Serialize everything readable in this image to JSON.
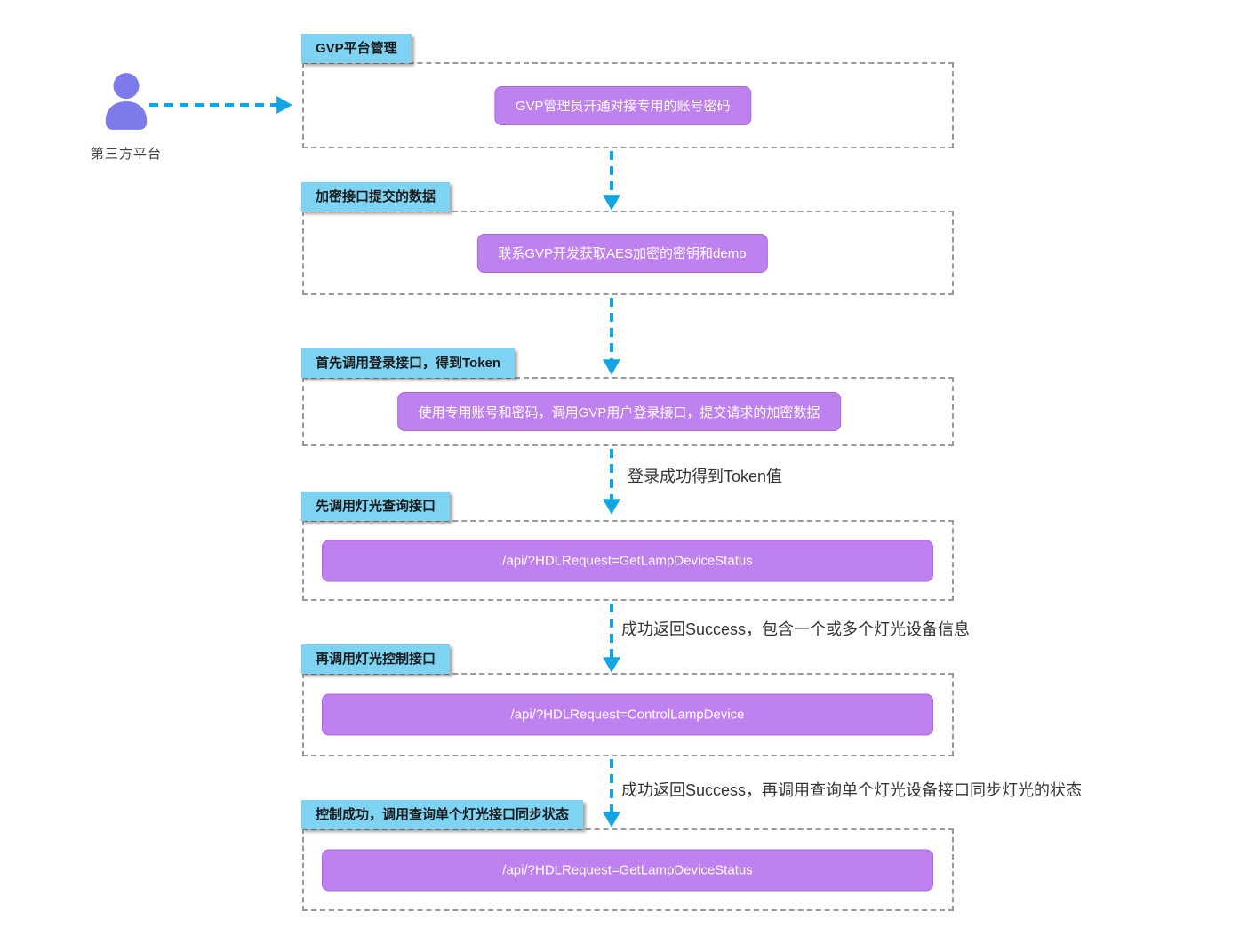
{
  "diagram_title": "GVP third-party platform lighting API integration flow",
  "colors": {
    "header_bg": "#7ED3F2",
    "node_bg": "#BF80F0",
    "arrow": "#12A5E6",
    "container_border": "#9A9A9A",
    "actor_icon": "#7D7AEC",
    "label_text": "#333333"
  },
  "actor": {
    "icon": "person-icon",
    "label": "第三方平台"
  },
  "sections": [
    {
      "header": "GVP平台管理",
      "node": "GVP管理员开通对接专用的账号密码"
    },
    {
      "header": "加密接口提交的数据",
      "node": "联系GVP开发获取AES加密的密钥和demo"
    },
    {
      "header": "首先调用登录接口，得到Token",
      "node": "使用专用账号和密码，调用GVP用户登录接口，提交请求的加密数据"
    },
    {
      "header": "先调用灯光查询接口",
      "node": "/api/?HDLRequest=GetLampDeviceStatus"
    },
    {
      "header": "再调用灯光控制接口",
      "node": "/api/?HDLRequest=ControlLampDevice"
    },
    {
      "header": "控制成功，调用查询单个灯光接口同步状态",
      "node": "/api/?HDLRequest=GetLampDeviceStatus"
    }
  ],
  "arrow_labels": [
    {
      "text": "登录成功得到Token值"
    },
    {
      "text": "成功返回Success，包含一个或多个灯光设备信息"
    },
    {
      "text": "成功返回Success，再调用查询单个灯光设备接口同步灯光的状态"
    }
  ]
}
